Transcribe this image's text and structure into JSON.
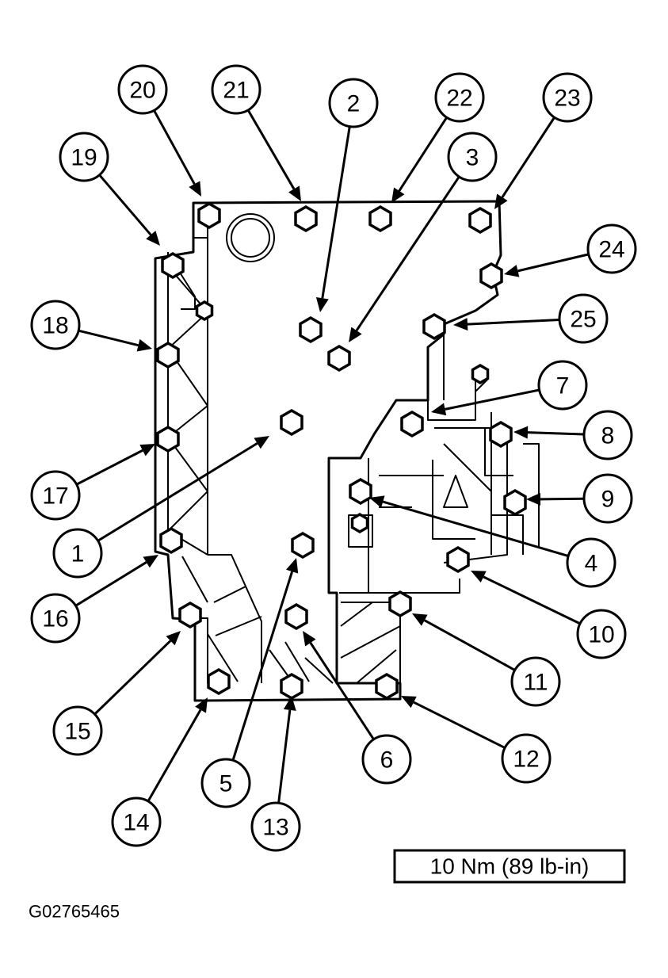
{
  "figure_id": "G02765465",
  "torque_spec": "10 Nm (89 lb-in)",
  "callouts": [
    {
      "id": "1",
      "label": "1"
    },
    {
      "id": "2",
      "label": "2"
    },
    {
      "id": "3",
      "label": "3"
    },
    {
      "id": "4",
      "label": "4"
    },
    {
      "id": "5",
      "label": "5"
    },
    {
      "id": "6",
      "label": "6"
    },
    {
      "id": "7",
      "label": "7"
    },
    {
      "id": "8",
      "label": "8"
    },
    {
      "id": "9",
      "label": "9"
    },
    {
      "id": "10",
      "label": "10"
    },
    {
      "id": "11",
      "label": "11"
    },
    {
      "id": "12",
      "label": "12"
    },
    {
      "id": "13",
      "label": "13"
    },
    {
      "id": "14",
      "label": "14"
    },
    {
      "id": "15",
      "label": "15"
    },
    {
      "id": "16",
      "label": "16"
    },
    {
      "id": "17",
      "label": "17"
    },
    {
      "id": "18",
      "label": "18"
    },
    {
      "id": "19",
      "label": "19"
    },
    {
      "id": "20",
      "label": "20"
    },
    {
      "id": "21",
      "label": "21"
    },
    {
      "id": "22",
      "label": "22"
    },
    {
      "id": "23",
      "label": "23"
    },
    {
      "id": "24",
      "label": "24"
    },
    {
      "id": "25",
      "label": "25"
    }
  ]
}
